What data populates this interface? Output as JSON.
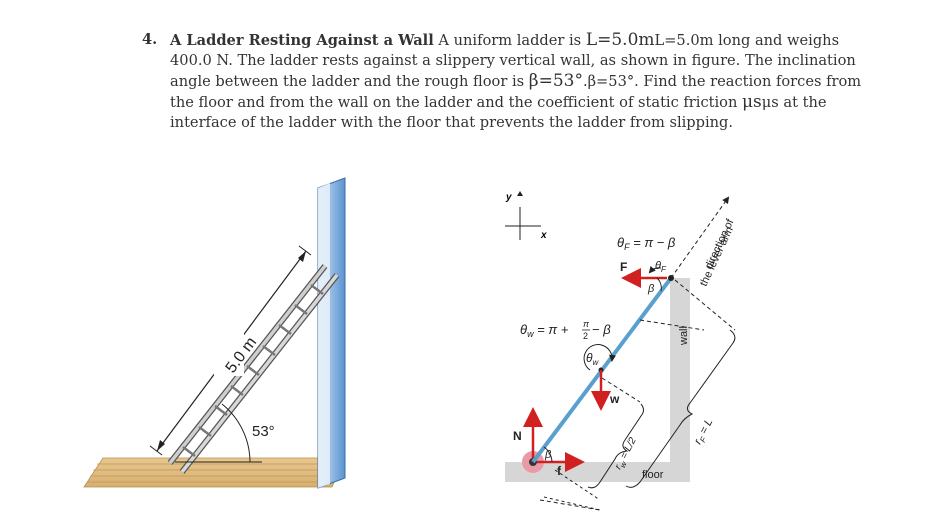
{
  "problem": {
    "number": "4.",
    "title": "A Ladder Resting Against a Wall",
    "text_a": " A uniform ladder is ",
    "len_big": "L=5.0m",
    "len_small": "L=5.0m",
    "text_b": " long and weighs 400.0 N. The ladder rests against a slippery vertical wall, as shown in figure. The inclination angle between the ladder and the rough floor is ",
    "beta_big": "β=53°",
    "beta_small": ".β=53°",
    "text_c": ". Find the reaction forces from the floor and from the wall on the ladder and the coefficient of static friction ",
    "mu_big": "μs",
    "mu_small": "μs",
    "text_d": " at the interface of the ladder with the floor that prevents the ladder from slipping."
  },
  "left_figure": {
    "length_label": "5.0 m",
    "angle_label": "53°"
  },
  "right_figure": {
    "axis_y": "y",
    "axis_x": "x",
    "theta_f_eq": "θ",
    "theta_f_sub": "F",
    "theta_f_rhs": " = π − β",
    "theta_w_eq": "θ",
    "theta_w_sub": "w",
    "theta_w_rhs_a": " = π + ",
    "theta_w_pi": "π",
    "theta_w_two": "2",
    "theta_w_rhs_b": " − β",
    "label_F": "F",
    "label_N": "N",
    "label_w": "w",
    "label_f": "f",
    "beta_top": "β",
    "beta_bottom": "β",
    "theta_F_arc": "θ",
    "theta_F_arc_sub": "F",
    "theta_w_arc": "θ",
    "theta_w_arc_sub": "w",
    "wall_label": "wall",
    "floor_label": "floor",
    "lever_dir_1": "direction of",
    "lever_dir_2": "the lever arm",
    "rw_label": "r",
    "rw_sub": "w",
    "rw_eq": " = ",
    "rw_L": "L",
    "rw_2": "2",
    "rF_label": "r",
    "rF_sub": "F",
    "rF_eq": " = L"
  }
}
